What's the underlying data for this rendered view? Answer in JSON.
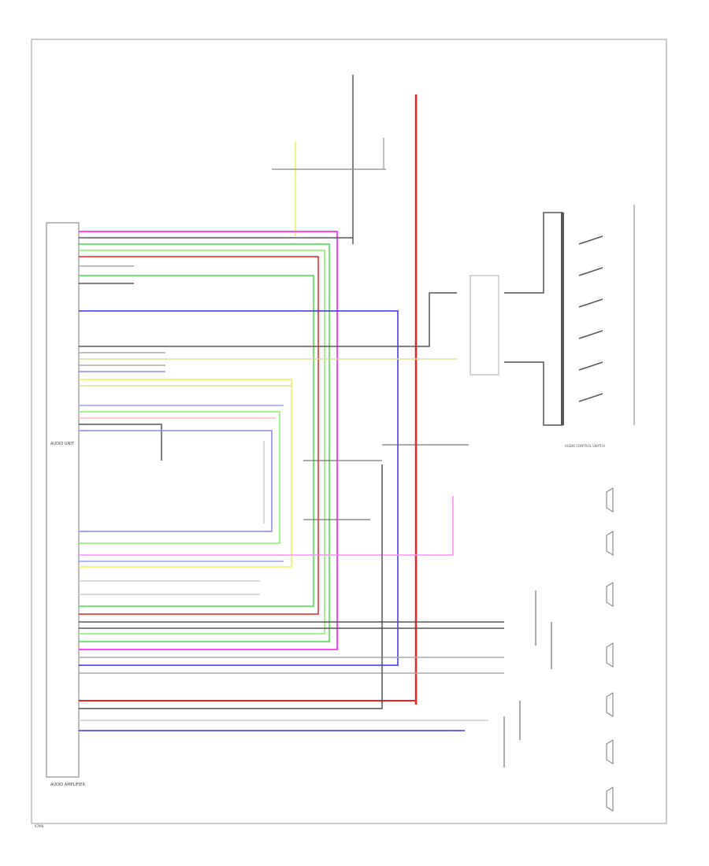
{
  "labels": {
    "audio_unit": "AUDIO UNIT",
    "audio_amplifier": "AUDIO AMPLIFIER",
    "audio_control_switch": "AUDIO CONTROL SWITCH",
    "footer": "K7M8"
  },
  "colors": {
    "frame": "#9a9a9a",
    "wire_black": "#333333",
    "wire_gray": "#aaaaaa",
    "magenta": "#ff44ff",
    "green": "#44dd44",
    "light_green": "#88ee66",
    "red": "#ee2222",
    "blue": "#3333ee",
    "light_blue": "#9999ff",
    "yellow": "#eeee55",
    "tan": "#dddd99"
  }
}
